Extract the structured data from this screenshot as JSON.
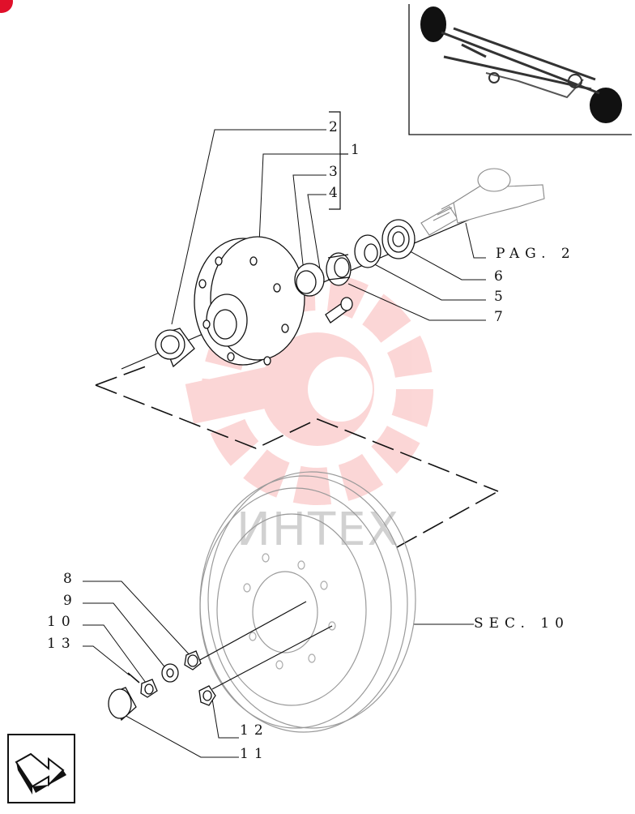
{
  "callouts": {
    "c1": "1",
    "c2": "2",
    "c3": "3",
    "c4": "4",
    "c5": "5",
    "c6": "6",
    "c7": "7",
    "c8": "8",
    "c9": "9",
    "c10": "10",
    "c11": "11",
    "c12": "12",
    "c13": "13"
  },
  "refs": {
    "pag": "PAG. 2",
    "sec": "SEC. 10"
  },
  "watermark": {
    "text": "ИНТЕХ",
    "color": "#f04a4a"
  },
  "colors": {
    "line": "#111111",
    "badge": "#e0102a"
  },
  "icons": {
    "corner_badge": "red-corner-badge",
    "nav": "arrow-nav-icon"
  }
}
